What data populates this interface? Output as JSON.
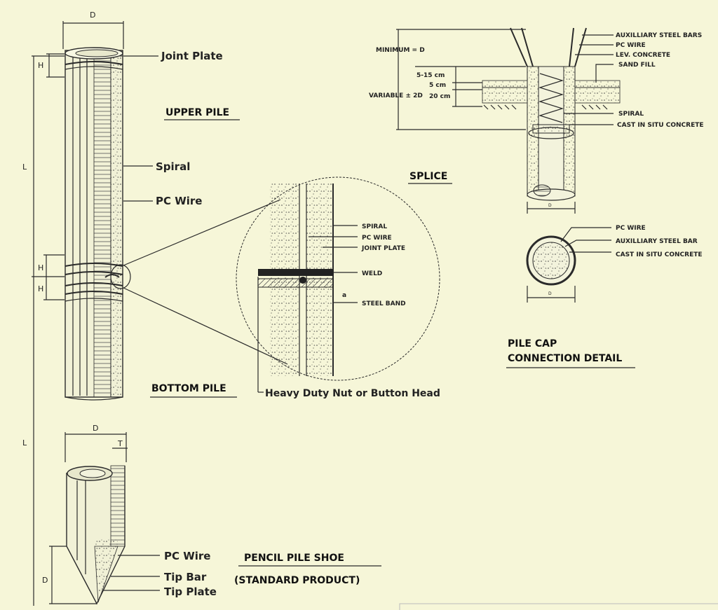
{
  "upper_pile": {
    "title": "UPPER PILE",
    "dim_d": "D",
    "dim_h": "H",
    "dim_l": "L",
    "labels": {
      "joint_plate": "Joint Plate",
      "spiral": "Spiral",
      "pc_wire": "PC Wire"
    }
  },
  "bottom_pile": {
    "title": "BOTTOM PILE",
    "dim_h1": "H",
    "dim_h2": "H"
  },
  "detail": {
    "labels": {
      "spiral": "SPIRAL",
      "pc_wire": "PC WIRE",
      "joint_plate": "JOINT PLATE",
      "weld": "WELD",
      "steel_band": "STEEL BAND",
      "a": "a"
    },
    "nut": "Heavy Duty Nut or Button Head"
  },
  "splice": {
    "title": "SPLICE",
    "minimum": "MINIMUM = D",
    "variable": "VARIABLE ± 2D",
    "dims": [
      "5-15 cm",
      "5 cm",
      "20 cm"
    ],
    "dim_d": "D",
    "labels": {
      "aux_bars": "AUXILLIARY STEEL BARS",
      "pc_wire": "PC WIRE",
      "lev_concrete": "LEV. CONCRETE",
      "sand_fill": "SAND FILL",
      "spiral": "SPIRAL",
      "cast": "CAST IN SITU CONCRETE"
    }
  },
  "section": {
    "dim_d": "D",
    "labels": {
      "pc_wire": "PC WIRE",
      "aux_bar": "AUXILLIARY STEEL BAR",
      "cast": "CAST IN SITU CONCRETE"
    }
  },
  "pile_cap": {
    "title_line1": "PILE CAP",
    "title_line2": "CONNECTION DETAIL"
  },
  "pencil_shoe": {
    "title_line1": "PENCIL PILE SHOE",
    "title_line2": "(STANDARD PRODUCT)",
    "dim_d": "D",
    "dim_t": "T",
    "dim_l": "L",
    "dim_d2": "D",
    "labels": {
      "pc_wire": "PC Wire",
      "tip_bar": "Tip Bar",
      "tip_plate": "Tip Plate"
    }
  }
}
